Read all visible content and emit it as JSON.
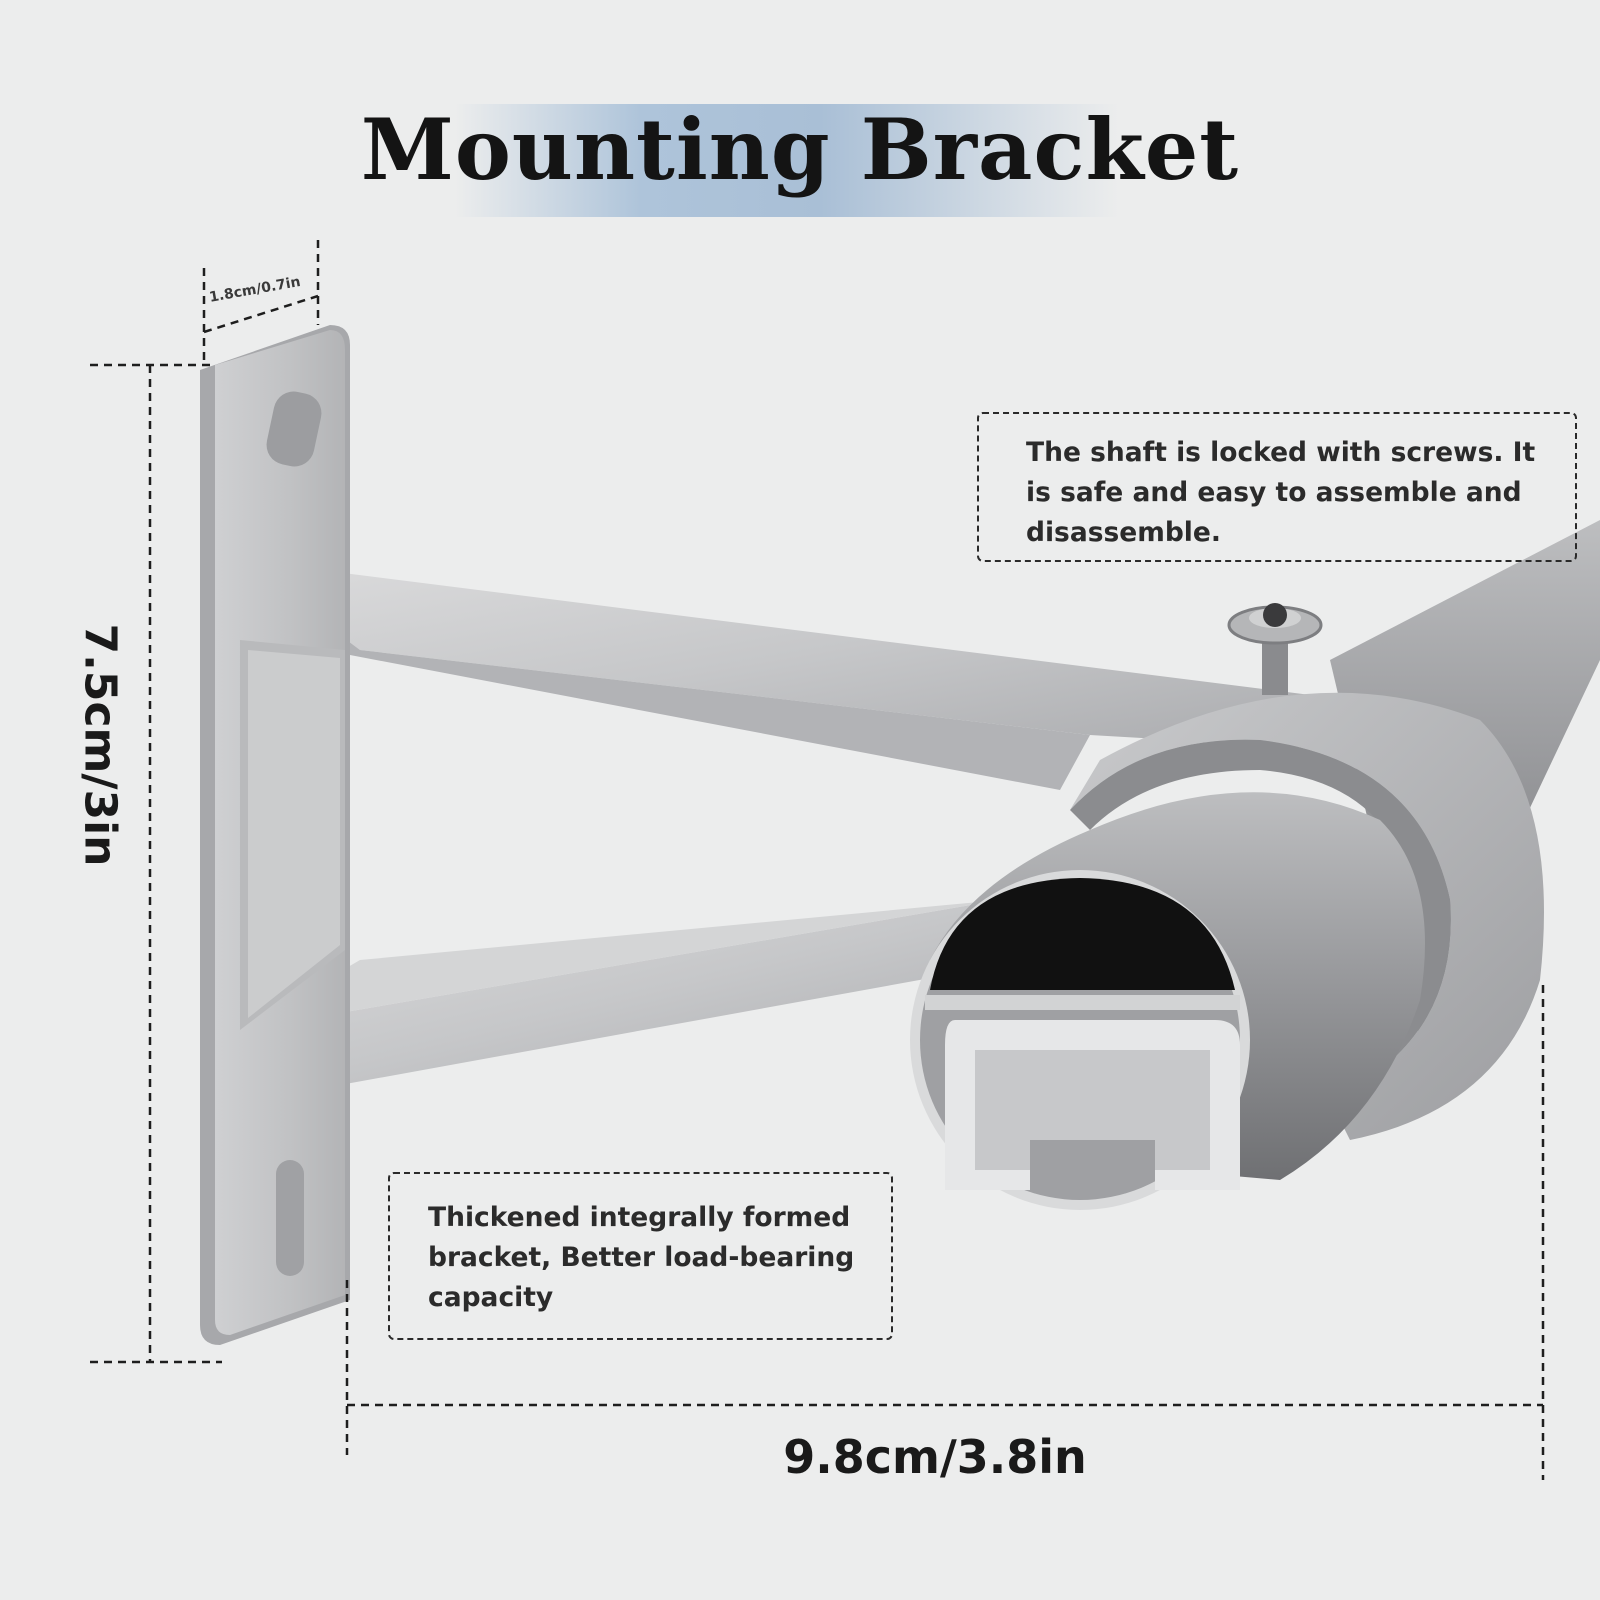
{
  "title": "Mounting Bracket",
  "dimensions": {
    "depth": "1.8cm/0.7in",
    "height": "7.5cm/3in",
    "width": "9.8cm/3.8in"
  },
  "callouts": {
    "shaft": "The shaft is locked with screws. It is safe and easy to assemble and disassemble.",
    "bracket": "Thickened integrally formed bracket, Better load-bearing capacity"
  },
  "colors": {
    "background": "#eceded",
    "title_band": "#aec4da",
    "metal": "#c4c5c7"
  }
}
